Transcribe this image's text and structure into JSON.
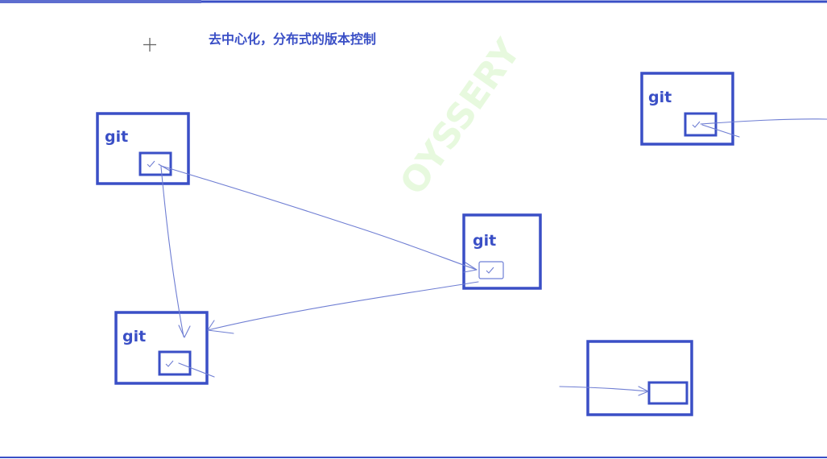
{
  "title": "去中心化，分布式的版本控制",
  "watermark": "OYSSERY",
  "nodes": [
    {
      "label": "git"
    },
    {
      "label": "git"
    },
    {
      "label": "git"
    },
    {
      "label": "git"
    },
    {
      "label": ""
    }
  ],
  "colors": {
    "accent": "#3a4fc6",
    "ink": "#6f7ed3",
    "border": "#3a4fc6"
  }
}
